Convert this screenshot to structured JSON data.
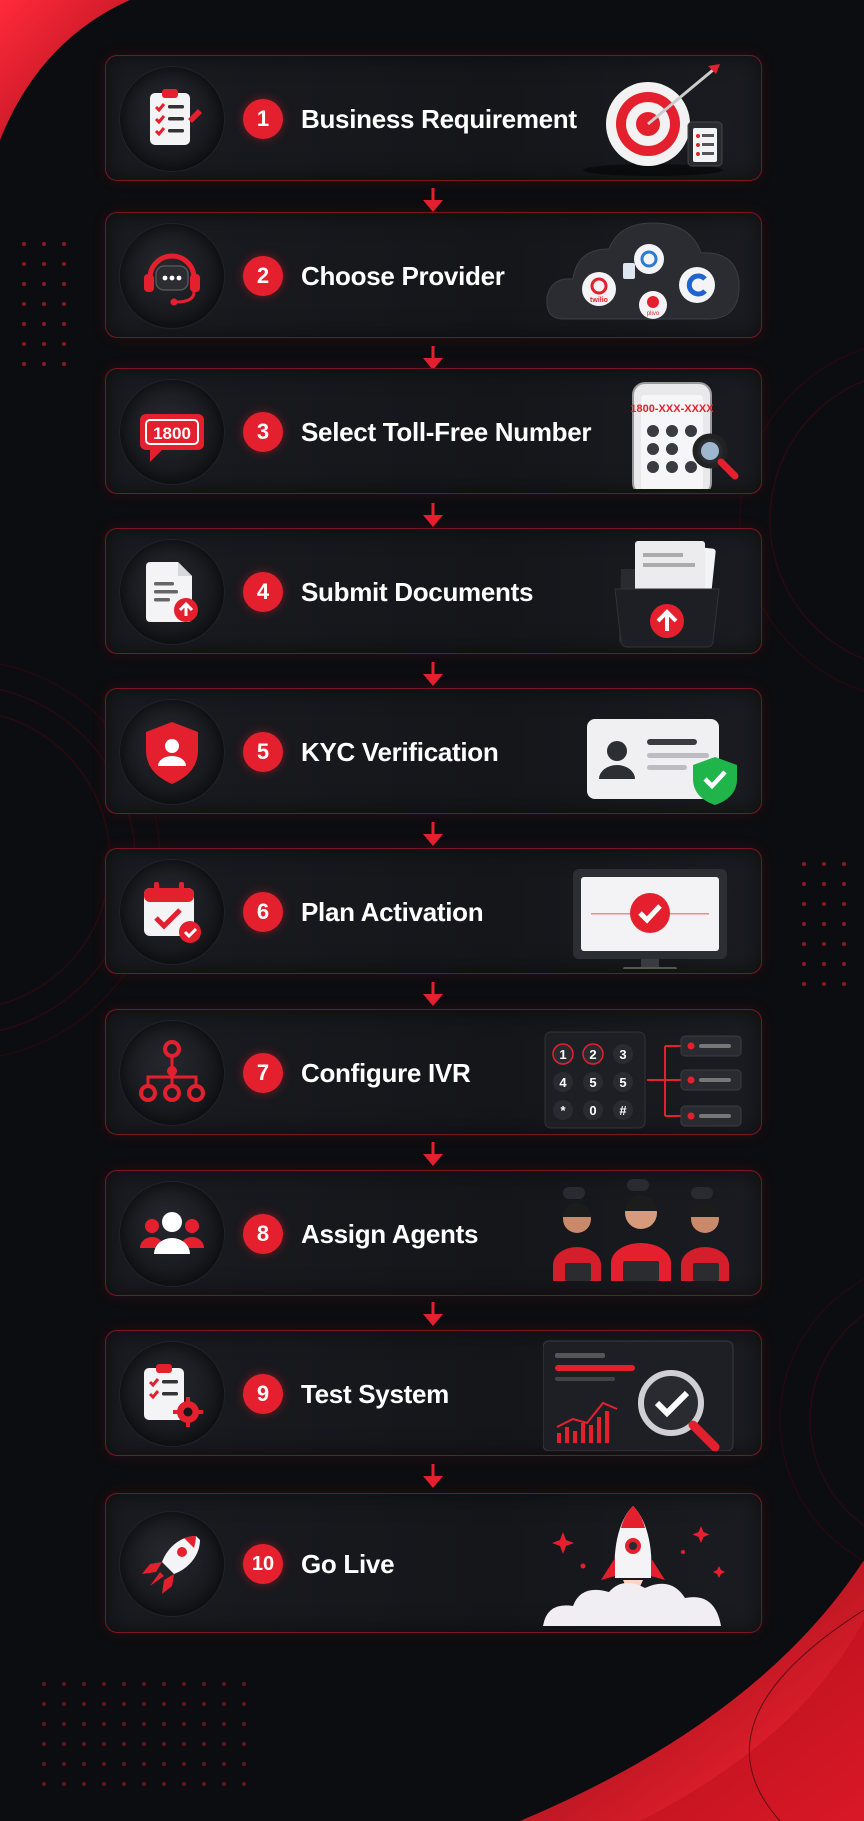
{
  "steps": [
    {
      "number": "1",
      "title": "Business Requirement",
      "icon": "clipboard-checklist-icon",
      "illustration": "target-icon"
    },
    {
      "number": "2",
      "title": "Choose Provider",
      "icon": "headset-chat-icon",
      "illustration": "provider-cloud-icon",
      "provider_logos": [
        "twilio",
        "plivo"
      ]
    },
    {
      "number": "3",
      "title": "Select Toll-Free Number",
      "icon": "tollfree-chat-icon",
      "icon_text": "1800",
      "illustration": "phone-search-icon",
      "phone_text": "1800-XXX-XXXX"
    },
    {
      "number": "4",
      "title": "Submit Documents",
      "icon": "document-upload-icon",
      "illustration": "folder-upload-icon"
    },
    {
      "number": "5",
      "title": "KYC Verification",
      "icon": "shield-user-icon",
      "illustration": "id-card-check-icon"
    },
    {
      "number": "6",
      "title": "Plan Activation",
      "icon": "calendar-check-icon",
      "illustration": "monitor-check-icon"
    },
    {
      "number": "7",
      "title": "Configure IVR",
      "icon": "ivr-tree-icon",
      "illustration": "keypad-flow-icon",
      "keypad": [
        "1",
        "2",
        "3",
        "4",
        "5",
        "5",
        "*",
        "0",
        "#"
      ]
    },
    {
      "number": "8",
      "title": "Assign Agents",
      "icon": "user-group-icon",
      "illustration": "agents-icon"
    },
    {
      "number": "9",
      "title": "Test System",
      "icon": "clipboard-gear-icon",
      "illustration": "dashboard-magnifier-icon"
    },
    {
      "number": "10",
      "title": "Go Live",
      "icon": "rocket-icon",
      "illustration": "rocket-launch-icon"
    }
  ],
  "colors": {
    "accent": "#e5202e",
    "background": "#0c0d10",
    "card": "#17181c",
    "border": "#7a1620"
  }
}
